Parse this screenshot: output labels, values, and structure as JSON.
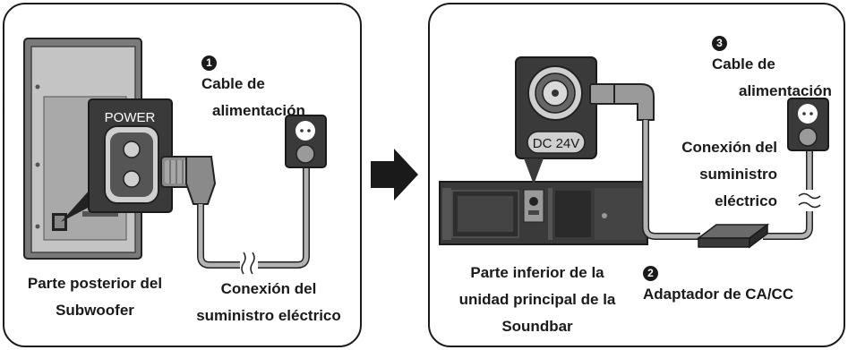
{
  "left_panel": {
    "power_label": "POWER",
    "cable_number": "1",
    "cable_label_line1": "Cable de",
    "cable_label_line2": "alimentación",
    "device_caption_line1": "Parte posterior del",
    "device_caption_line2": "Subwoofer",
    "supply_caption_line1": "Conexión del",
    "supply_caption_line2": "suministro eléctrico"
  },
  "right_panel": {
    "dc_label": "DC 24V",
    "cable_number": "3",
    "cable_label_line1": "Cable de",
    "cable_label_line2": "alimentación",
    "supply_caption_line1": "Conexión del",
    "supply_caption_line2": "suministro",
    "supply_caption_line3": "eléctrico",
    "adapter_number": "2",
    "adapter_label": "Adaptador de CA/CC",
    "device_caption_line1": "Parte inferior de la",
    "device_caption_line2": "unidad principal de la",
    "device_caption_line3": "Soundbar"
  },
  "colors": {
    "panel_border": "#1a1a1a",
    "device_dark": "#3a3a3a",
    "cable_gray": "#b3b3b3"
  }
}
